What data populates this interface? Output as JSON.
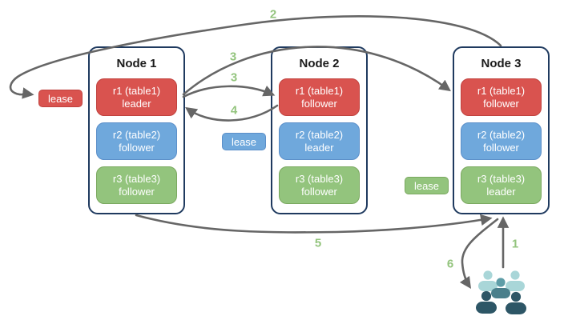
{
  "nodes": [
    {
      "title": "Node 1",
      "replicas": [
        {
          "name": "r1 (table1)",
          "role": "leader",
          "color": "red"
        },
        {
          "name": "r2 (table2)",
          "role": "follower",
          "color": "blue"
        },
        {
          "name": "r3 (table3)",
          "role": "follower",
          "color": "green"
        }
      ]
    },
    {
      "title": "Node 2",
      "replicas": [
        {
          "name": "r1 (table1)",
          "role": "follower",
          "color": "red"
        },
        {
          "name": "r2 (table2)",
          "role": "leader",
          "color": "blue"
        },
        {
          "name": "r3 (table3)",
          "role": "follower",
          "color": "green"
        }
      ]
    },
    {
      "title": "Node 3",
      "replicas": [
        {
          "name": "r1 (table1)",
          "role": "follower",
          "color": "red"
        },
        {
          "name": "r2 (table2)",
          "role": "follower",
          "color": "blue"
        },
        {
          "name": "r3 (table3)",
          "role": "leader",
          "color": "green"
        }
      ]
    }
  ],
  "leases": [
    {
      "label": "lease",
      "color": "red"
    },
    {
      "label": "lease",
      "color": "blue"
    },
    {
      "label": "lease",
      "color": "green"
    }
  ],
  "arrow_labels": {
    "step1": "1",
    "step2": "2",
    "step3_long": "3",
    "step3_short": "3",
    "step4": "4",
    "step5": "5",
    "step6": "6"
  },
  "icons": {
    "users": "users-group-icon"
  },
  "colors": {
    "red_fill": "#d9534f",
    "red_border": "#c0423e",
    "blue_fill": "#6fa8dc",
    "blue_border": "#5b8fc9",
    "green_fill": "#93c47d",
    "green_border": "#7aa85f",
    "node_border": "#1f3a5f",
    "arrow": "#666666",
    "step_label": "#93c47d",
    "users_light": "#a9d6d8",
    "users_medium": "#5e9da7",
    "users_medium_dark": "#4a7f8b",
    "users_dark": "#2d5666"
  }
}
